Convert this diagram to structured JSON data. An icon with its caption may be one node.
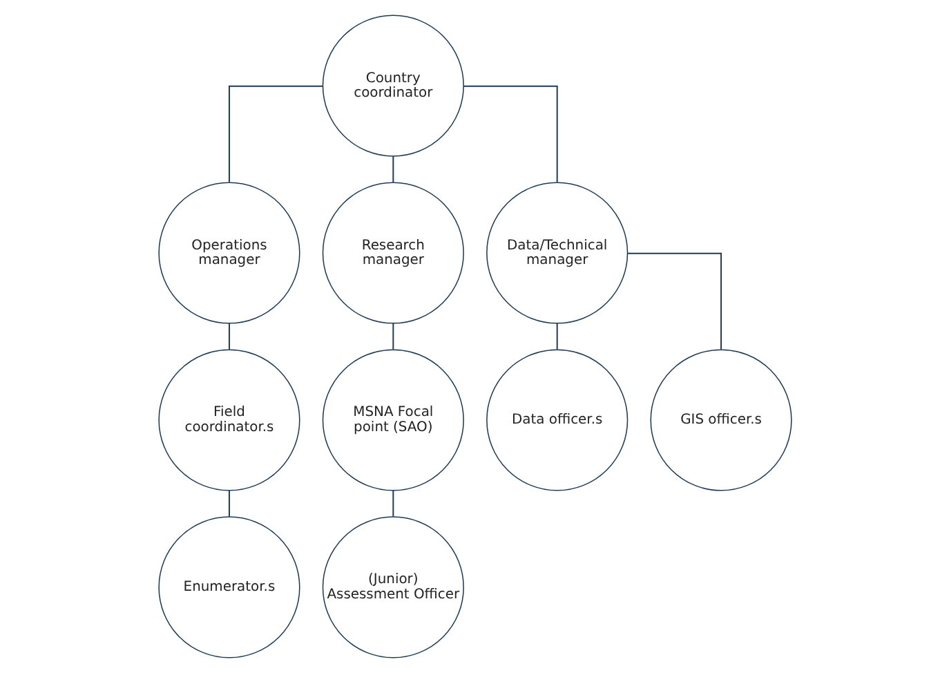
{
  "diagram": {
    "nodes": [
      {
        "text": [
          "Country coordinator"
        ]
      },
      {
        "text": [
          "Operations manager"
        ]
      },
      {
        "text": [
          "Research manager"
        ]
      },
      {
        "text": [
          "Data/Technical manager"
        ]
      },
      {
        "text": [
          "Field coordinator.s"
        ]
      },
      {
        "text": [
          "MSNA Focal point (SAO)"
        ]
      },
      {
        "text": [
          "Data officer.s"
        ]
      },
      {
        "text": [
          "GIS officer.s"
        ]
      },
      {
        "text": [
          "Enumerator.s"
        ]
      },
      {
        "text": [
          "(Junior) Assessment Officer"
        ]
      }
    ],
    "edges": [
      {
        "from": 0,
        "to": 1,
        "arrow": "none"
      },
      {
        "from": 0,
        "to": 2,
        "arrow": "none"
      },
      {
        "from": 0,
        "to": 3,
        "arrow": "none"
      },
      {
        "from": 1,
        "to": 4,
        "arrow": "none"
      },
      {
        "from": 2,
        "to": 5,
        "arrow": "none"
      },
      {
        "from": 3,
        "to": 6,
        "arrow": "none"
      },
      {
        "from": 3,
        "to": 7,
        "arrow": "none"
      },
      {
        "from": 4,
        "to": 8,
        "arrow": "none"
      },
      {
        "from": 5,
        "to": 9,
        "arrow": "none"
      }
    ]
  }
}
